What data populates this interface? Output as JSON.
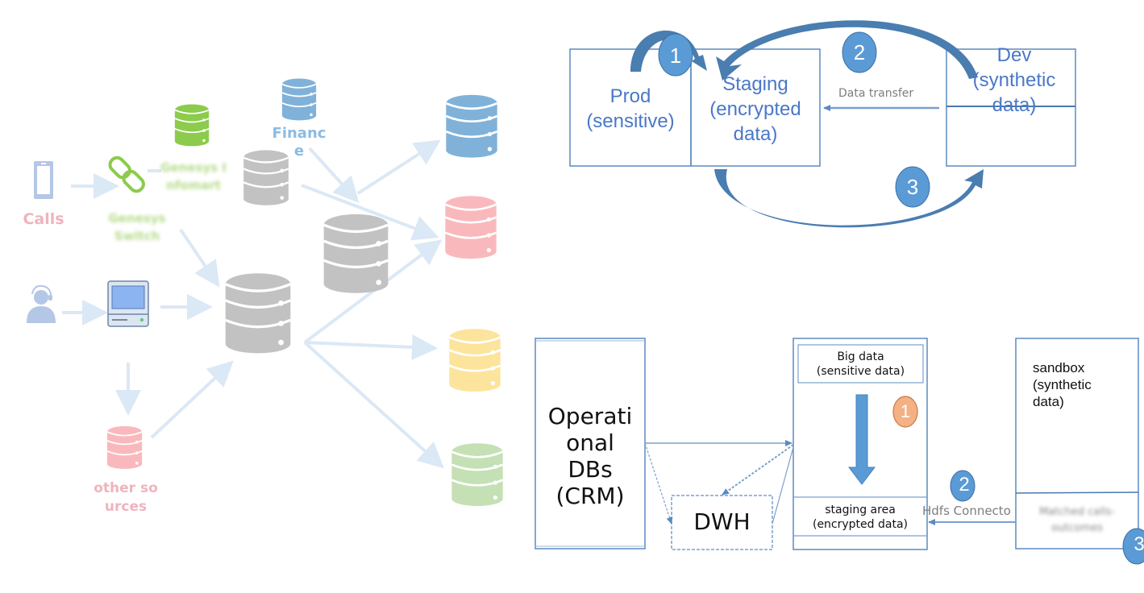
{
  "left_diagram": {
    "calls_label": "Calls",
    "finance_label": "Finance",
    "genesys_infomart_label": "Genesys Infomart",
    "genesys_switch_label": "Genesys Switch",
    "other_sources_label": "other sources",
    "icons": [
      "phone-icon",
      "link-icon",
      "agent-headset-icon",
      "computer-icon",
      "database-icon"
    ],
    "target_db_colors": [
      "#80b2d9",
      "#f9b9bc",
      "#fde49c",
      "#c5e0b5"
    ],
    "source_db_colors": {
      "finance": "#80b2d9",
      "genesys": "#8ccb4c",
      "other": "#f9b9bc",
      "hub": "#c2c2c2"
    }
  },
  "top_right_diagram": {
    "prod_label": "Prod (sensitive)",
    "prod_line1": "Prod",
    "prod_line2": "(sensitive)",
    "staging_line1": "Staging",
    "staging_line2": "(encrypted",
    "staging_line3": "data)",
    "dev_line1": "Dev",
    "dev_line2": "(synthetic",
    "dev_line3": "data)",
    "transfer_label": "Data transfer",
    "steps": [
      "1",
      "2",
      "3"
    ]
  },
  "bottom_right_diagram": {
    "operational_line1": "Operati",
    "operational_line2": "onal",
    "operational_line3": "DBs",
    "operational_line4": "(CRM)",
    "dwh_label": "DWH",
    "bigdata_line1": "Big data",
    "bigdata_line2": "(sensitive data)",
    "staging_line1": "staging area",
    "staging_line2": "(encrypted data)",
    "sandbox_line1": "sandbox",
    "sandbox_line2": "(synthetic",
    "sandbox_line3": "data)",
    "matched_line1": "Matched calls-",
    "matched_line2": "outcomes",
    "connector_label": "Hdfs Connecto",
    "steps": [
      "1",
      "2",
      "3"
    ],
    "step1_color": "#f4b183",
    "step_color": "#5b9bd5"
  }
}
